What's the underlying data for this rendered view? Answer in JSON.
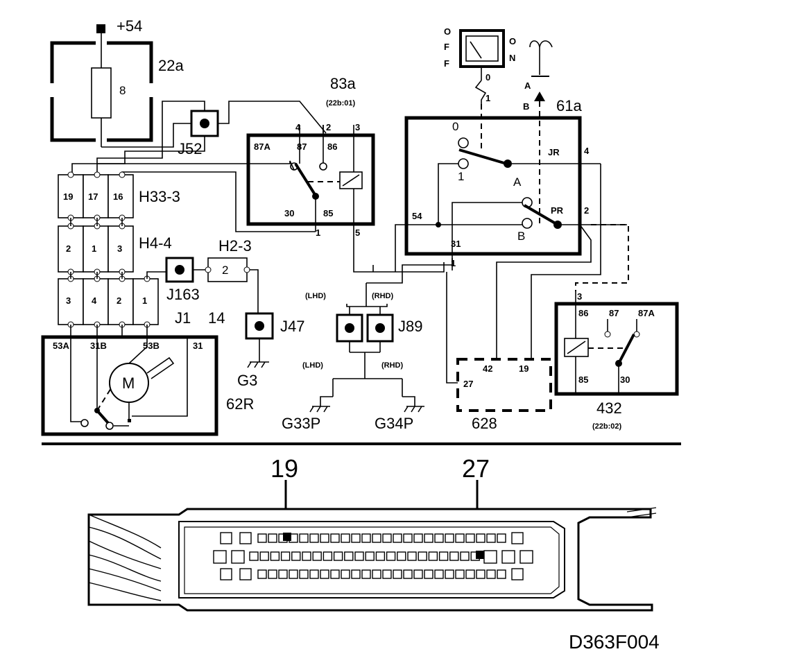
{
  "diagram": {
    "code": "D363F004",
    "supply": "+54",
    "fuse_box": {
      "id": "22a",
      "fuse": "8"
    },
    "relay_83a": {
      "id": "83a",
      "ref": "(22b:01)",
      "pins": {
        "p4": "4",
        "p2": "2",
        "p3": "3",
        "p87A": "87A",
        "p87": "87",
        "p86": "86",
        "p30": "30",
        "p85": "85",
        "p1": "1",
        "p5": "5"
      }
    },
    "switch_61a": {
      "id": "61a",
      "pos_0": "0",
      "pos_1": "1",
      "pos_A": "A",
      "pos_B": "B",
      "jr": "JR",
      "pr": "PR",
      "p4": "4",
      "p2": "2",
      "p54": "54",
      "p31": "31",
      "p1": "1",
      "lamp_A": "A",
      "lamp_B": "B",
      "ind_0": "0",
      "ind_1": "1"
    },
    "off_on": {
      "o1": "O",
      "f1": "F",
      "f2": "F",
      "o2": "O",
      "n": "N"
    },
    "relay_432": {
      "id": "432",
      "ref": "(22b:02)",
      "pins": {
        "p3": "3",
        "p86": "86",
        "p87": "87",
        "p87A": "87A",
        "p85": "85",
        "p30": "30"
      }
    },
    "connectors": {
      "j52": "J52",
      "h33": {
        "id": "H33-3",
        "pins": [
          "19",
          "17",
          "16"
        ]
      },
      "h4": {
        "id": "H4-4",
        "pins": [
          "2",
          "1",
          "3"
        ]
      },
      "h2": {
        "id": "H2-3",
        "pin": "2"
      },
      "j1": {
        "id": "J1",
        "extra": "14",
        "pins": [
          "3",
          "4",
          "2",
          "1"
        ]
      },
      "j163": "J163",
      "j47": "J47",
      "j89": "J89"
    },
    "motor": {
      "id": "62R",
      "symbol": "M",
      "pins": [
        "53A",
        "31B",
        "53B",
        "31"
      ]
    },
    "grounds": {
      "g3": "G3",
      "g33p": "G33P",
      "g34p": "G34P"
    },
    "lhd_rhd": {
      "lhd": "(LHD)",
      "rhd": "(RHD)"
    },
    "ecu": {
      "id": "628",
      "pins": [
        "42",
        "19",
        "27"
      ]
    },
    "bottom_connector": {
      "callout_left": "19",
      "callout_right": "27"
    }
  }
}
